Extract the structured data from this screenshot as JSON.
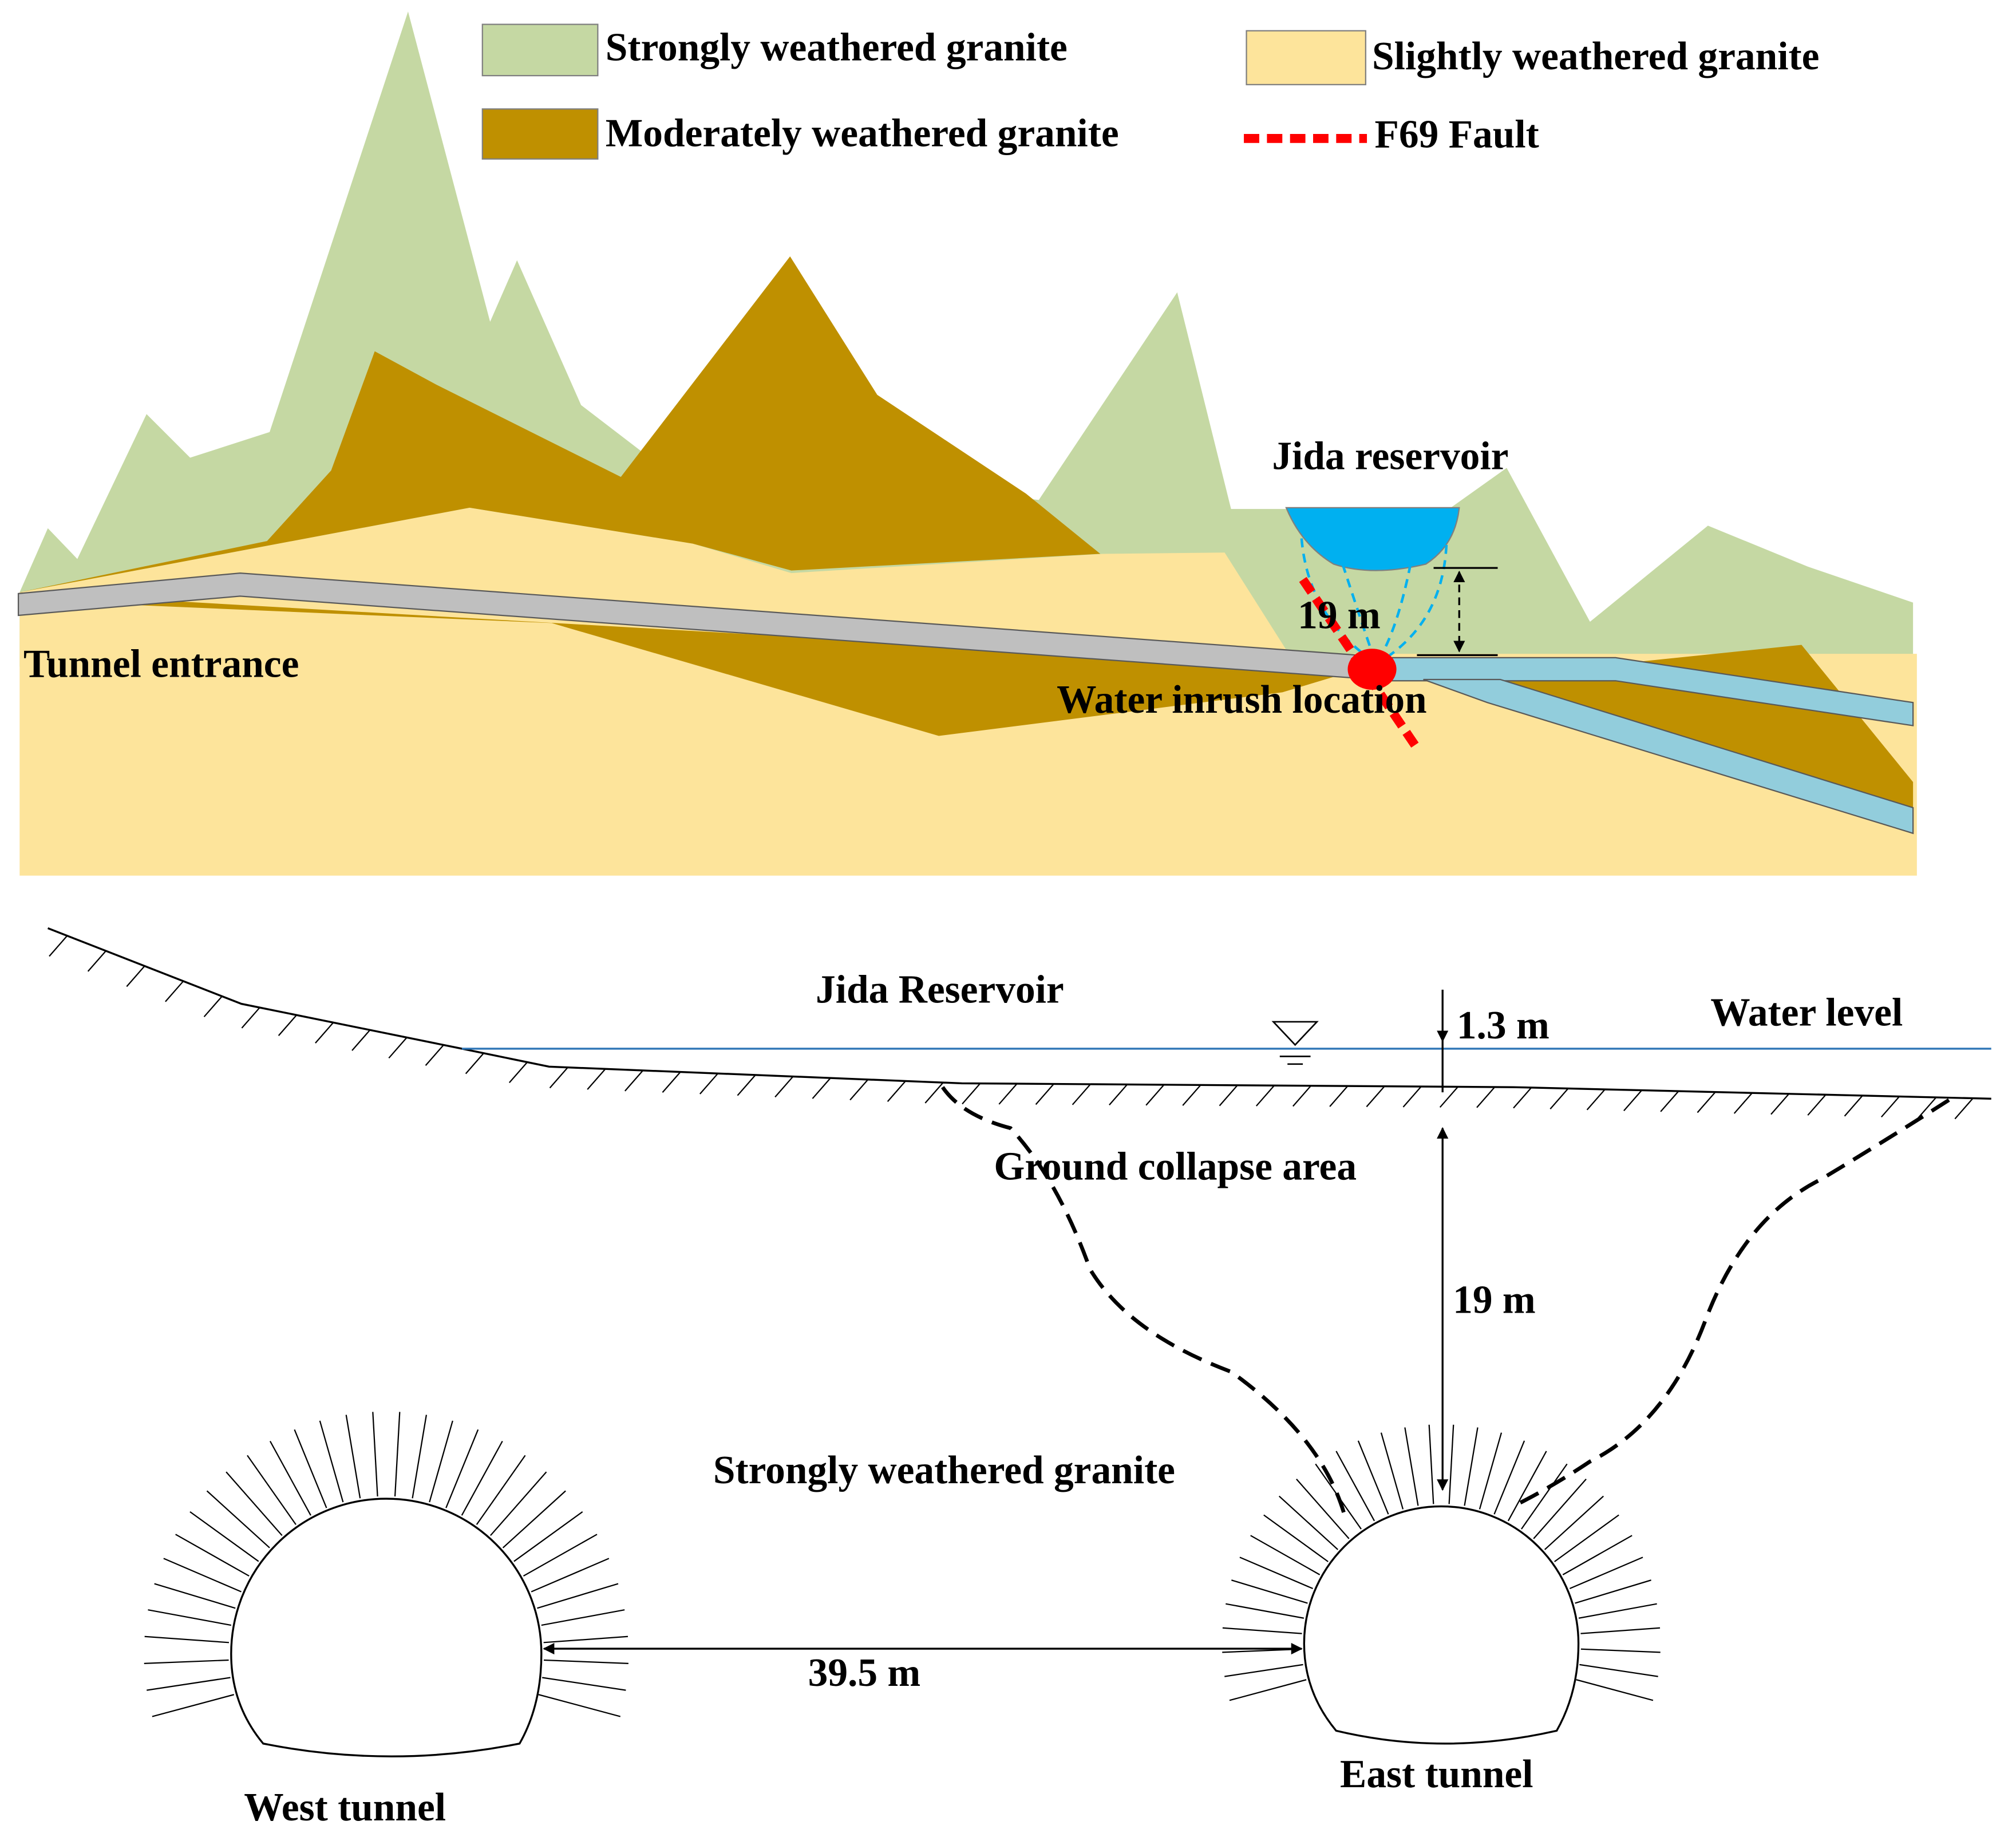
{
  "legend": {
    "strong_label": "Strongly weathered granite",
    "slight_label": "Slightly weathered granite",
    "moderate_label": "Moderately weathered granite",
    "fault_label": "F69 Fault"
  },
  "colors": {
    "strong": "#c5d8a3",
    "slight": "#fde49b",
    "moderate": "#bf9000",
    "fault": "#ff0000",
    "tunnel": "#bfbfbf",
    "flooded_tunnel": "#92cddc",
    "reservoir": "#00b0f0",
    "water_line": "#2e75b6"
  },
  "profile": {
    "reservoir_label": "Jida reservoir",
    "depth_label": "19 m",
    "entrance_label": "Tunnel entrance",
    "inrush_label": "Water inrush location"
  },
  "section": {
    "reservoir_label": "Jida Reservoir",
    "water_depth_label": "1.3 m",
    "water_level_label": "Water level",
    "collapse_label": "Ground collapse area",
    "cover_label": "19 m",
    "stratum_label": "Strongly weathered granite",
    "spacing_label": "39.5 m",
    "west_label": "West tunnel",
    "east_label": "East tunnel"
  }
}
